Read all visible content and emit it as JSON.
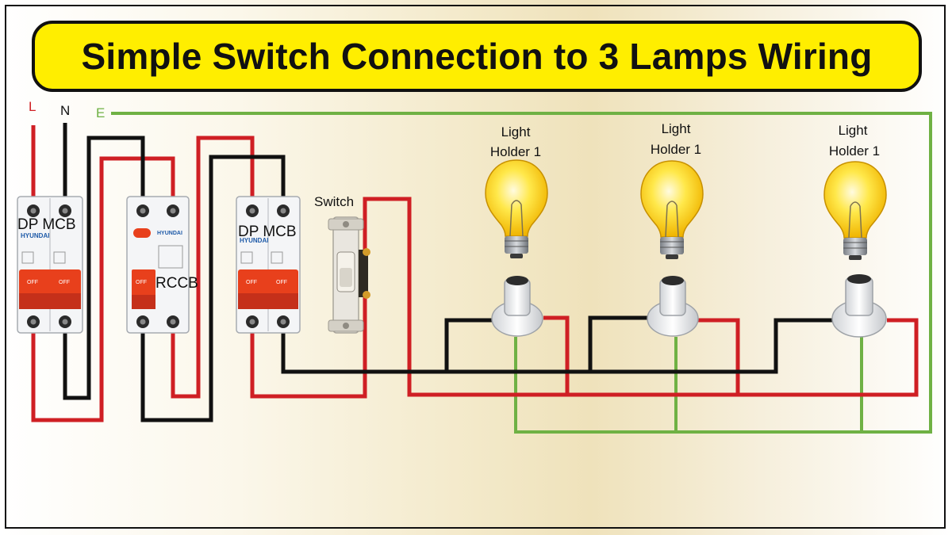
{
  "title": "Simple Switch Connection to 3 Lamps Wiring",
  "supply": {
    "line": "L",
    "neutral": "N",
    "earth": "E"
  },
  "devices": {
    "mcb1": {
      "label": "DP MCB",
      "brand": "HYUNDAI",
      "off_text": "OFF"
    },
    "rccb": {
      "label": "RCCB",
      "brand": "HYUNDAI",
      "off_text": "OFF"
    },
    "mcb2": {
      "label": "DP MCB",
      "brand": "HYUNDAI",
      "off_text": "OFF"
    },
    "switch": {
      "label": "Switch"
    }
  },
  "lamps": [
    {
      "label_line1": "Light",
      "label_line2": "Holder 1"
    },
    {
      "label_line1": "Light",
      "label_line2": "Holder 1"
    },
    {
      "label_line1": "Light",
      "label_line2": "Holder 1"
    }
  ],
  "colors": {
    "title_background": "#ffee00",
    "line_wire": "#cf1f24",
    "neutral_wire": "#111111",
    "earth_wire": "#6fb144",
    "breaker_handle": "#e8401c",
    "bulb_glass": "#ffd21f"
  }
}
